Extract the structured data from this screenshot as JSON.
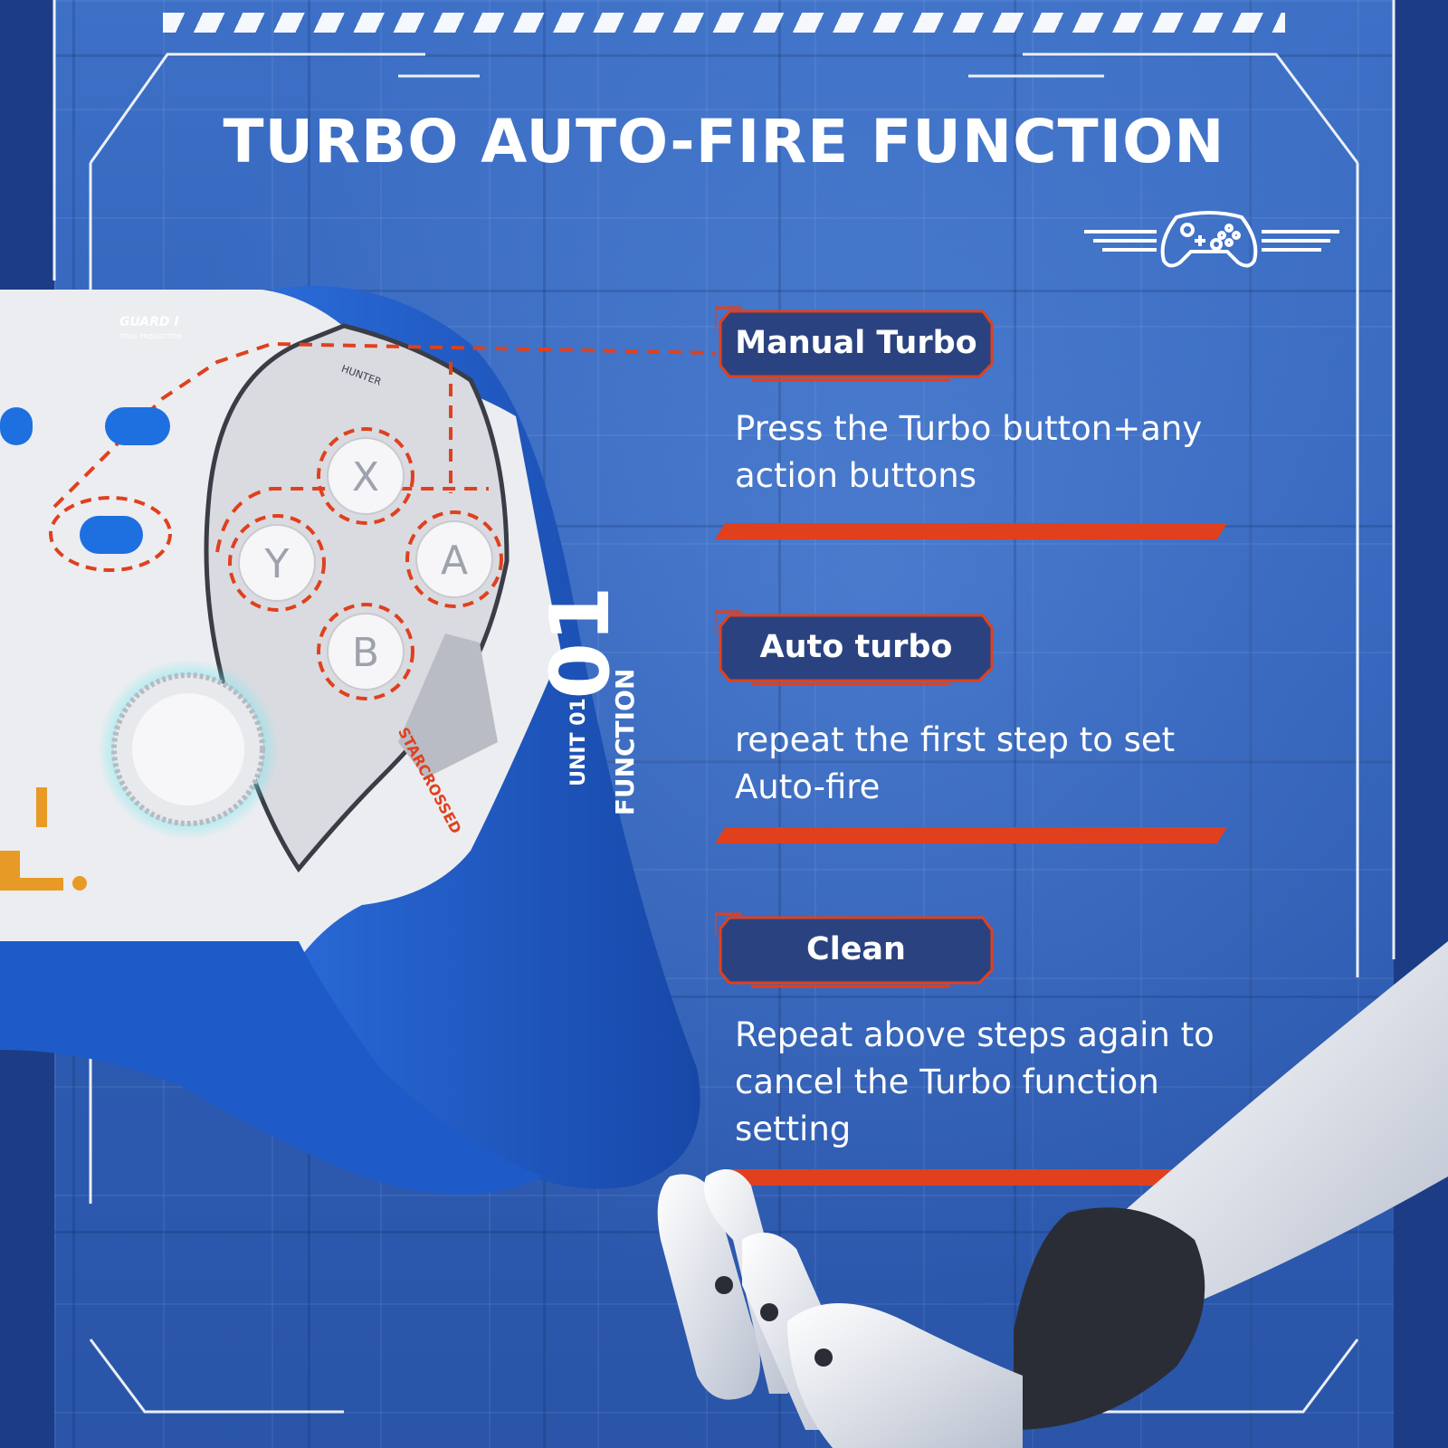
{
  "title": "TURBO AUTO-FIRE FUNCTION",
  "badge": {
    "icon": "gamepad-icon"
  },
  "steps": [
    {
      "label": "Manual Turbo",
      "text_lines": [
        "Press the Turbo button+any",
        "action buttons"
      ]
    },
    {
      "label": "Auto turbo",
      "text_lines": [
        "repeat the first step to set",
        "Auto-fire"
      ]
    },
    {
      "label": "Clean",
      "text_lines": [
        "Repeat above steps again to",
        "cancel the Turbo function",
        "setting"
      ]
    }
  ],
  "controller": {
    "face_buttons": [
      "X",
      "Y",
      "A",
      "B"
    ],
    "grip_texts": [
      "01",
      "UNIT 01",
      "FUNCTION",
      "STARCROSSED"
    ],
    "small_texts": [
      "GUARD I",
      "TRIAL PRODUCTION",
      "HUNTER"
    ]
  },
  "colors": {
    "background": "#2f5fb8",
    "accent_red": "#e0401e",
    "label_bg": "#2a4380",
    "controller_blue": "#1e5bc8",
    "controller_white": "#ecedf0",
    "joystick_glow": "#6fe9f2"
  }
}
